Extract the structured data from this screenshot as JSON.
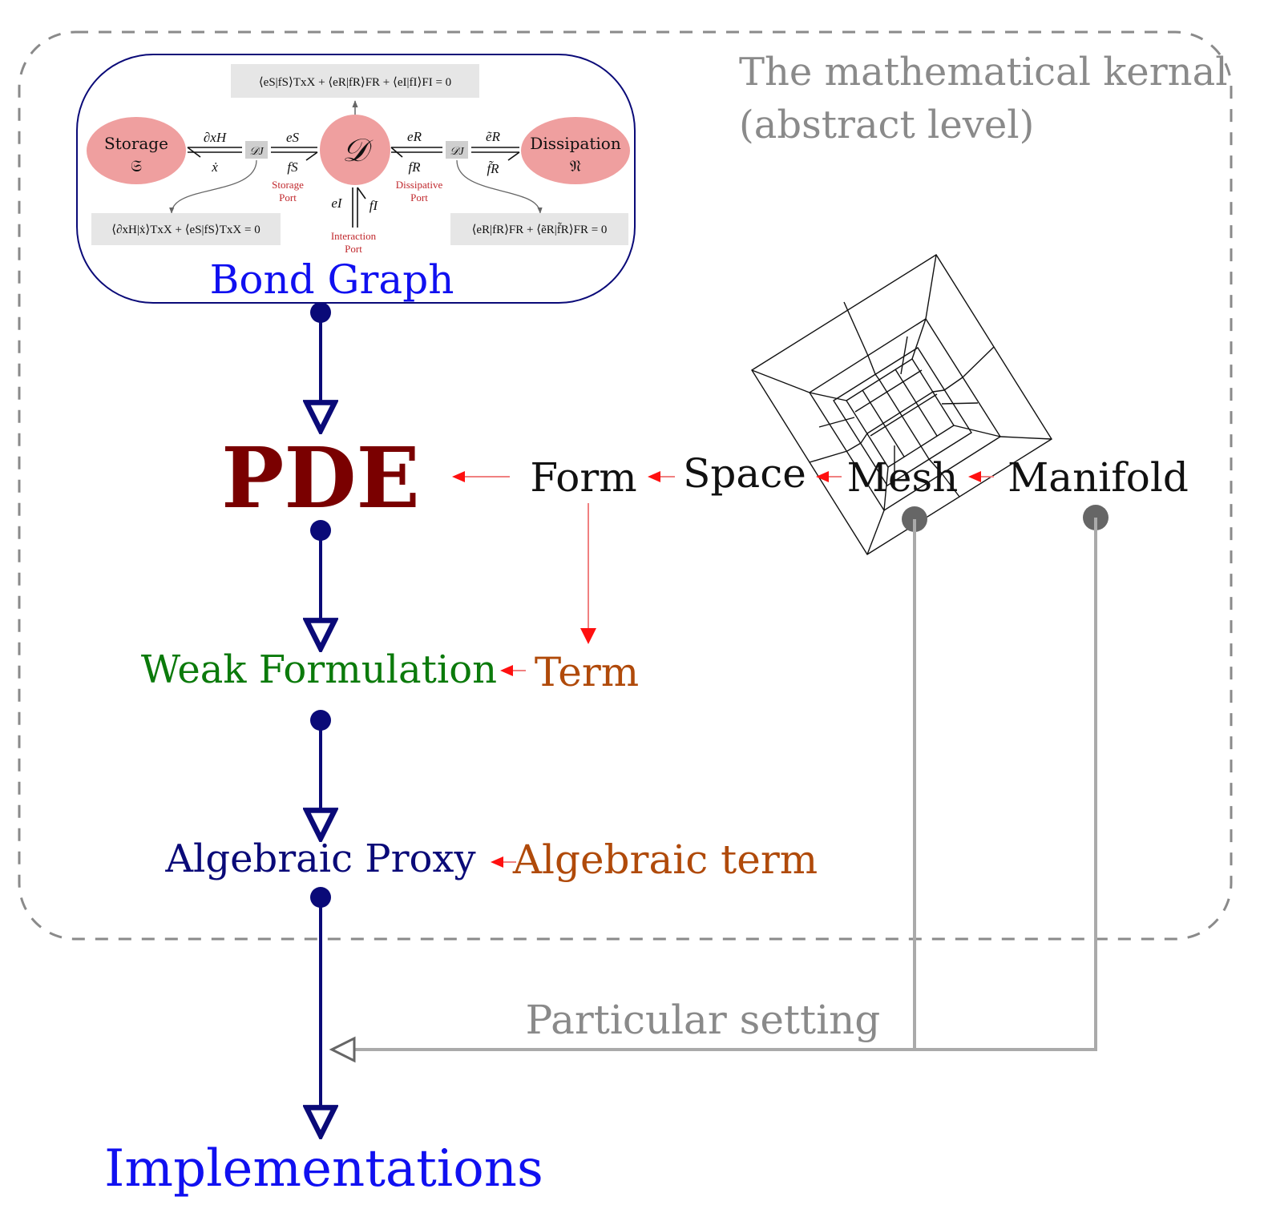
{
  "kernel_title_line1": "The mathematical kernal",
  "kernel_title_line2": "(abstract level)",
  "bond_graph": {
    "label": "Bond Graph",
    "storage_label": "Storage",
    "storage_symbol": "𝔖",
    "dissipation_label": "Dissipation",
    "dissipation_symbol": "𝔑",
    "dirac_symbol": "𝒟",
    "dj_symbol": "𝒟J",
    "storage_port": [
      "Storage",
      "Port"
    ],
    "dissipative_port": [
      "Dissipative",
      "Port"
    ],
    "interaction_port": [
      "Interaction",
      "Port"
    ],
    "eq_top": "⟨eS|fS⟩TxX + ⟨eR|fR⟩FR + ⟨eI|fI⟩FI = 0",
    "eq_left": "⟨∂xH|ẋ⟩TxX + ⟨eS|fS⟩TxX = 0",
    "eq_right": "⟨eR|fR⟩FR + ⟨ẽR|f̃R⟩FR = 0",
    "bond_left_top": "∂xH",
    "bond_left_bottom": "ẋ",
    "bond_s_top": "eS",
    "bond_s_bottom": "fS",
    "bond_r_top": "eR",
    "bond_r_bottom": "fR",
    "bond_rt_top": "ẽR",
    "bond_rt_bottom": "f̃R",
    "bond_i_left": "eI",
    "bond_i_right": "fI"
  },
  "nodes": {
    "pde": "PDE",
    "form": "Form",
    "space": "Space",
    "mesh": "Mesh",
    "manifold": "Manifold",
    "weak_formulation": "Weak Formulation",
    "term": "Term",
    "algebraic_proxy": "Algebraic Proxy",
    "algebraic_term": "Algebraic term",
    "particular_setting": "Particular setting",
    "implementations": "Implementations"
  },
  "colors": {
    "dark_blue": "#0a0a78",
    "blue_text": "#1010f0",
    "pde_red": "#7a0000",
    "green": "#0b7a0b",
    "orange": "#b04a0a",
    "gray": "#8a8a8a",
    "red_arrow": "#ff1010",
    "pink": "#ef9f9f"
  }
}
